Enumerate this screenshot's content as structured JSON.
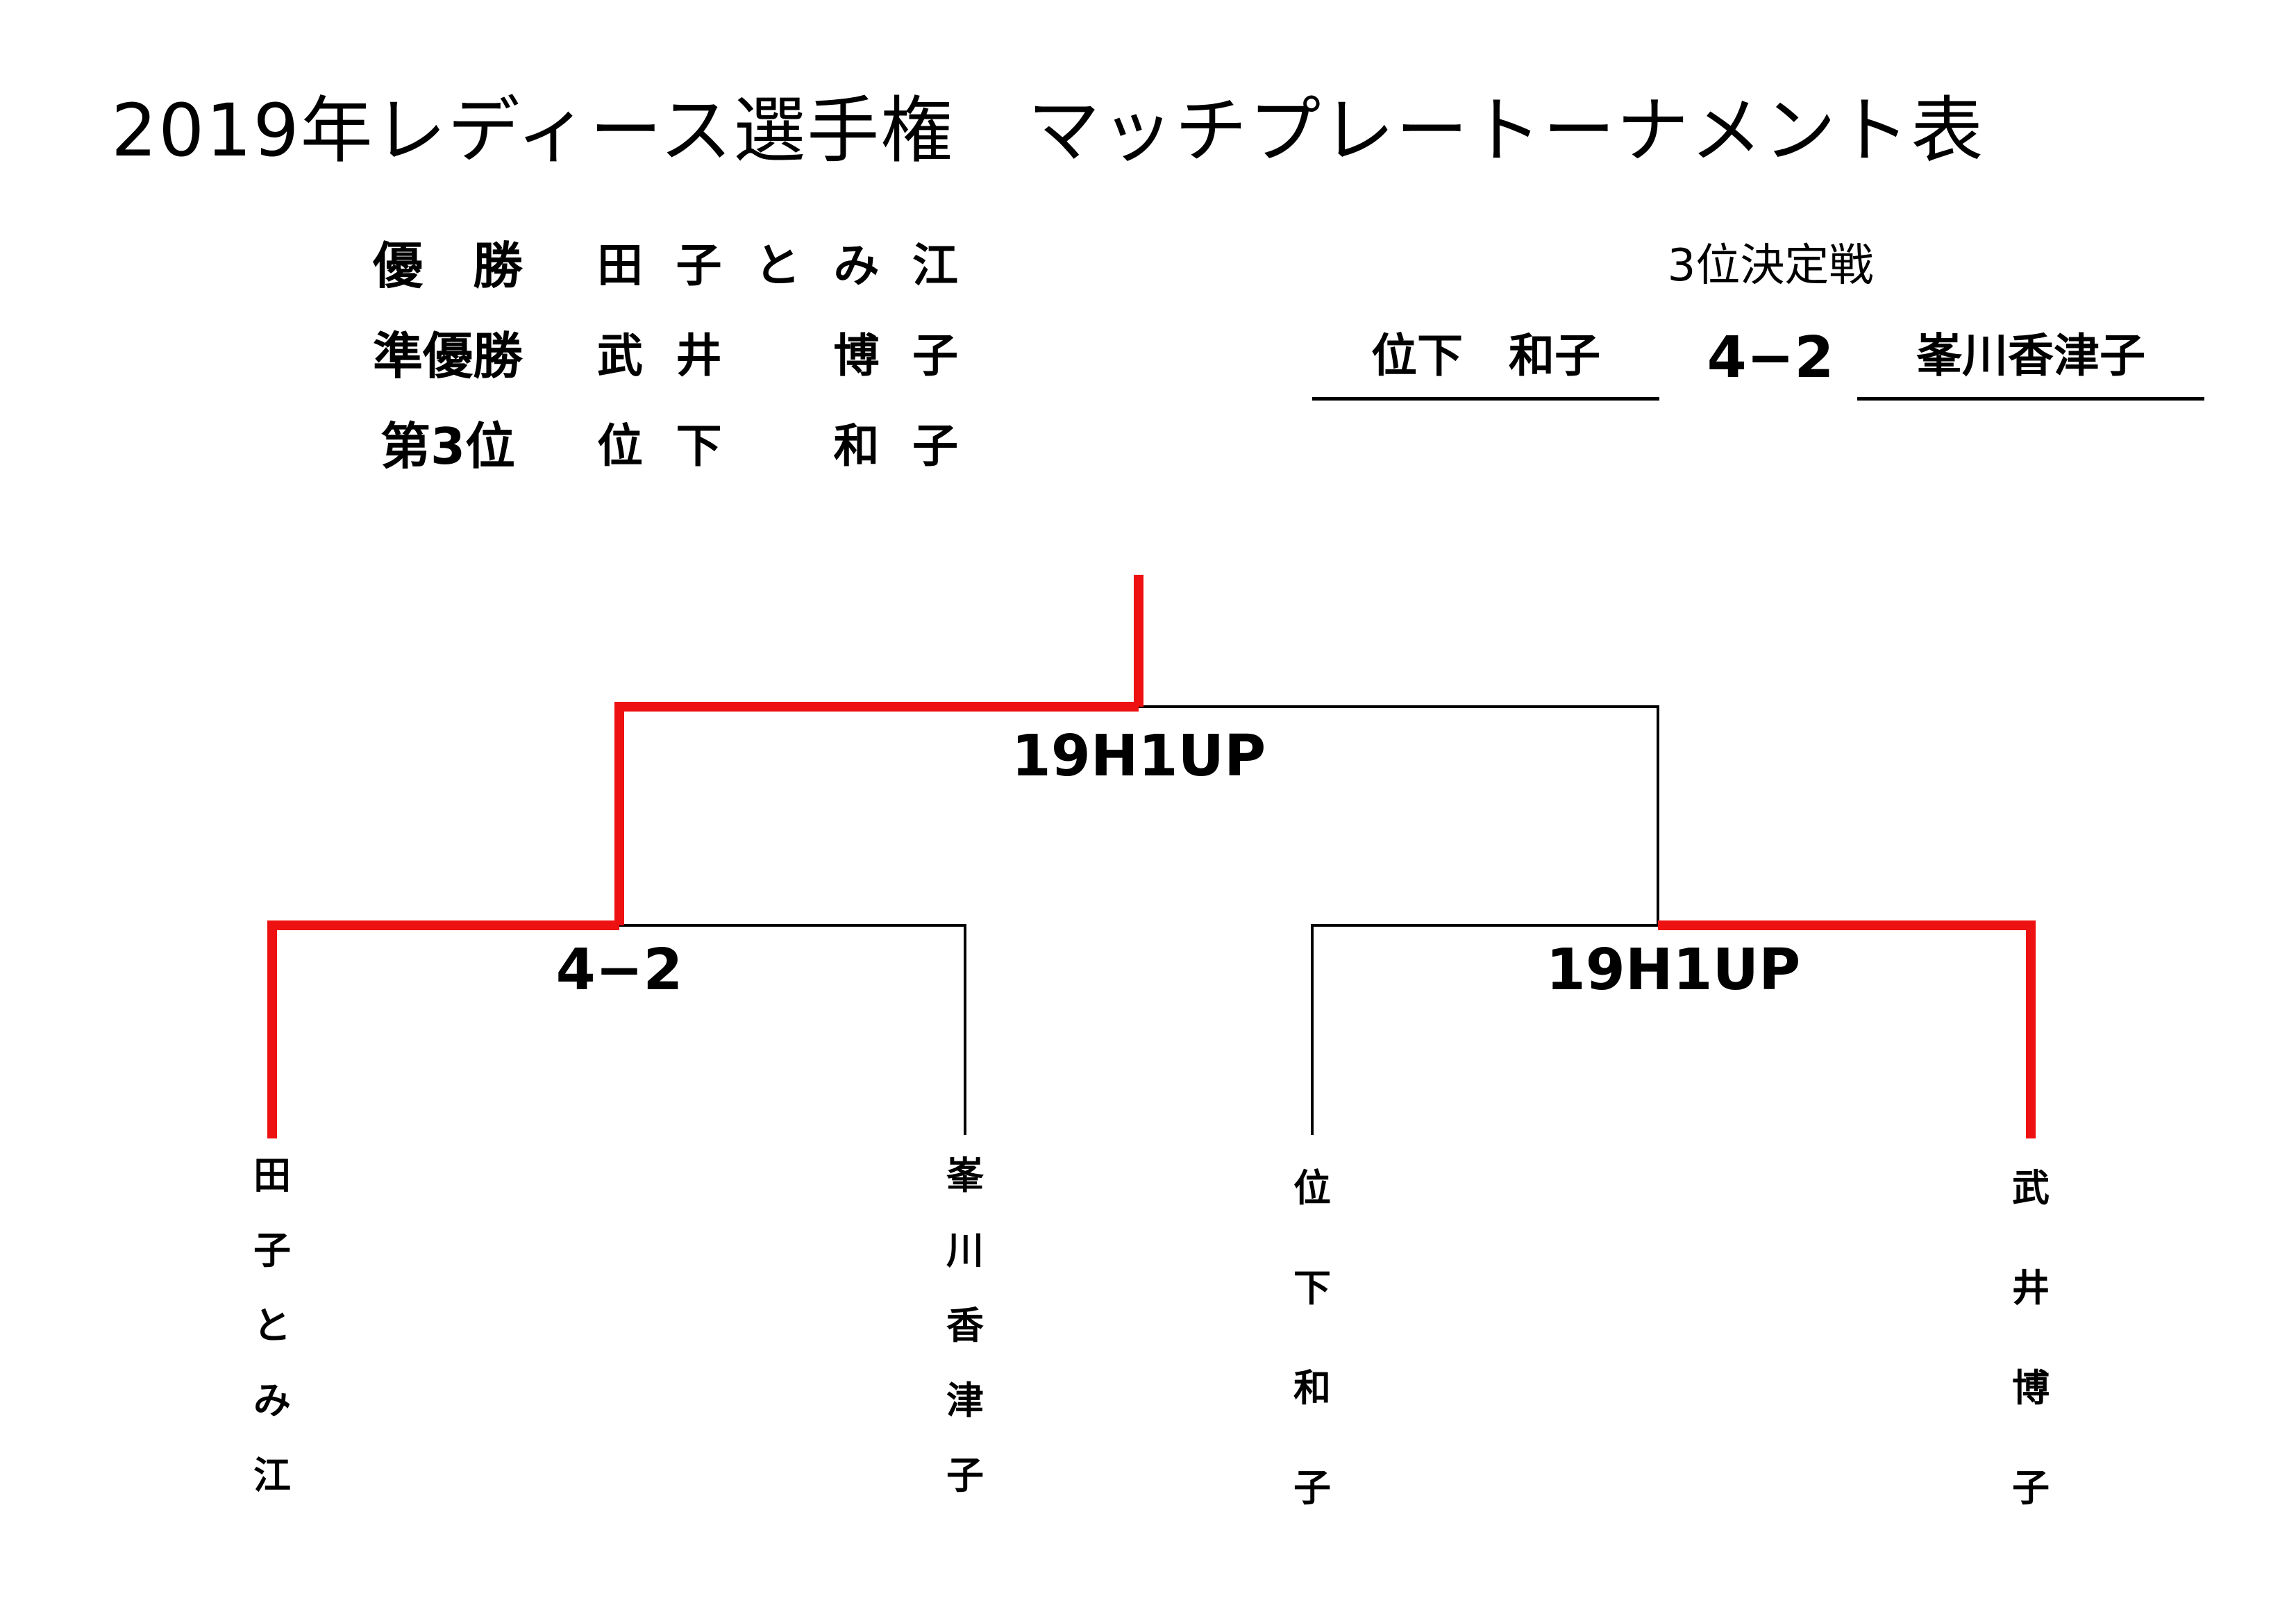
{
  "title": "2019年レディース選手権　マッチプレートーナメント表",
  "results": {
    "winner_label": "優　勝",
    "winner_name": "田子とみ江",
    "runner_up_label": "準優勝",
    "runner_up_name": "武井　博子",
    "third_label": "第3位",
    "third_name": "位下　和子"
  },
  "third_place_match": {
    "heading": "3位決定戦",
    "player_left": "位下　和子",
    "score": "4−2",
    "player_right": "峯川香津子"
  },
  "bracket": {
    "final_score": "19H1UP",
    "semi_left_score": "4−2",
    "semi_right_score": "19H1UP",
    "players": [
      {
        "name": "田子とみ江",
        "chars": [
          "田",
          "子",
          "と",
          "み",
          "江"
        ]
      },
      {
        "name": "峯川香津子",
        "chars": [
          "峯",
          "川",
          "香",
          "津",
          "子"
        ]
      },
      {
        "name": "位下和子",
        "chars": [
          "位",
          "下",
          "和",
          "子"
        ]
      },
      {
        "name": "武井博子",
        "chars": [
          "武",
          "井",
          "博",
          "子"
        ]
      }
    ],
    "winner_line_color": "#ee1111",
    "loser_line_color": "#000000"
  }
}
